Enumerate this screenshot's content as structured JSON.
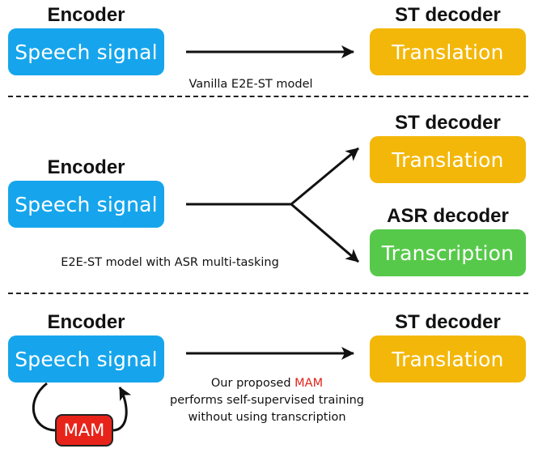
{
  "section1": {
    "encoder_title": "Encoder",
    "encoder_box": "Speech signal",
    "decoder_title": "ST decoder",
    "decoder_box": "Translation",
    "caption": "Vanilla E2E-ST model"
  },
  "section2": {
    "encoder_title": "Encoder",
    "encoder_box": "Speech signal",
    "st_decoder_title": "ST decoder",
    "st_decoder_box": "Translation",
    "asr_decoder_title": "ASR decoder",
    "asr_decoder_box": "Transcription",
    "caption": "E2E-ST model with ASR multi-tasking"
  },
  "section3": {
    "encoder_title": "Encoder",
    "encoder_box": "Speech signal",
    "decoder_title": "ST decoder",
    "decoder_box": "Translation",
    "caption_prefix": "Our proposed",
    "caption_highlight": "MAM",
    "caption_line2": "performs self-supervised training",
    "caption_line3": "without using transcription",
    "mam_box": "MAM"
  },
  "colors": {
    "encoder": "#16a5ec",
    "st_decoder": "#f3b709",
    "asr_decoder": "#57c94a",
    "mam": "#e8241a",
    "highlight_text": "#e2231a"
  }
}
